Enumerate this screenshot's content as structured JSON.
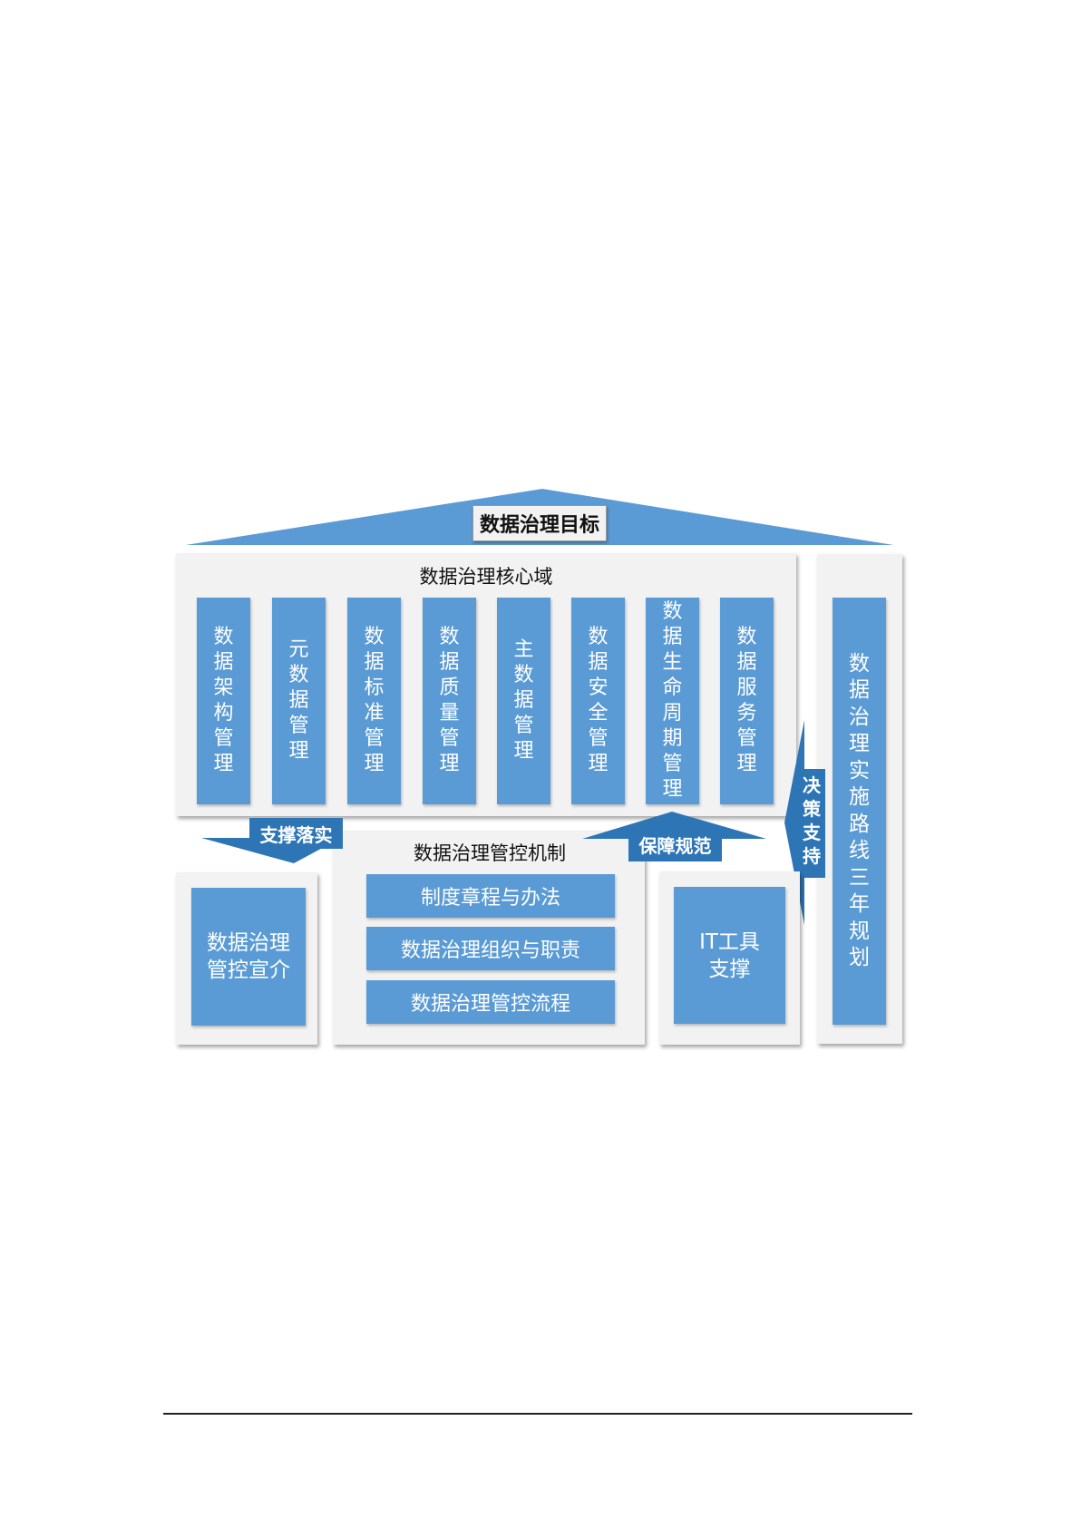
{
  "goal_title": "数据治理目标",
  "core_domain": {
    "heading": "数据治理核心域",
    "columns": [
      "数据架构管理",
      "元数据管理",
      "数据标准管理",
      "数据质量管理",
      "主数据管理",
      "数据安全管理",
      "数据生命周期管理",
      "数据服务管理"
    ]
  },
  "roadmap": "数据治理实施路线三年规划",
  "decision_support": "决策支持",
  "support_implement": "支撑落实",
  "guarantee_norm": "保障规范",
  "mechanism": {
    "heading": "数据治理管控机制",
    "items": [
      "制度章程与办法",
      "数据治理组织与职责",
      "数据治理管控流程"
    ]
  },
  "publicity": "数据治理管控宣介",
  "it_tools": "IT工具支撑",
  "colors": {
    "blue": "#5b9bd5",
    "dark_blue": "#2e75b6",
    "panel": "#f2f2f2"
  }
}
